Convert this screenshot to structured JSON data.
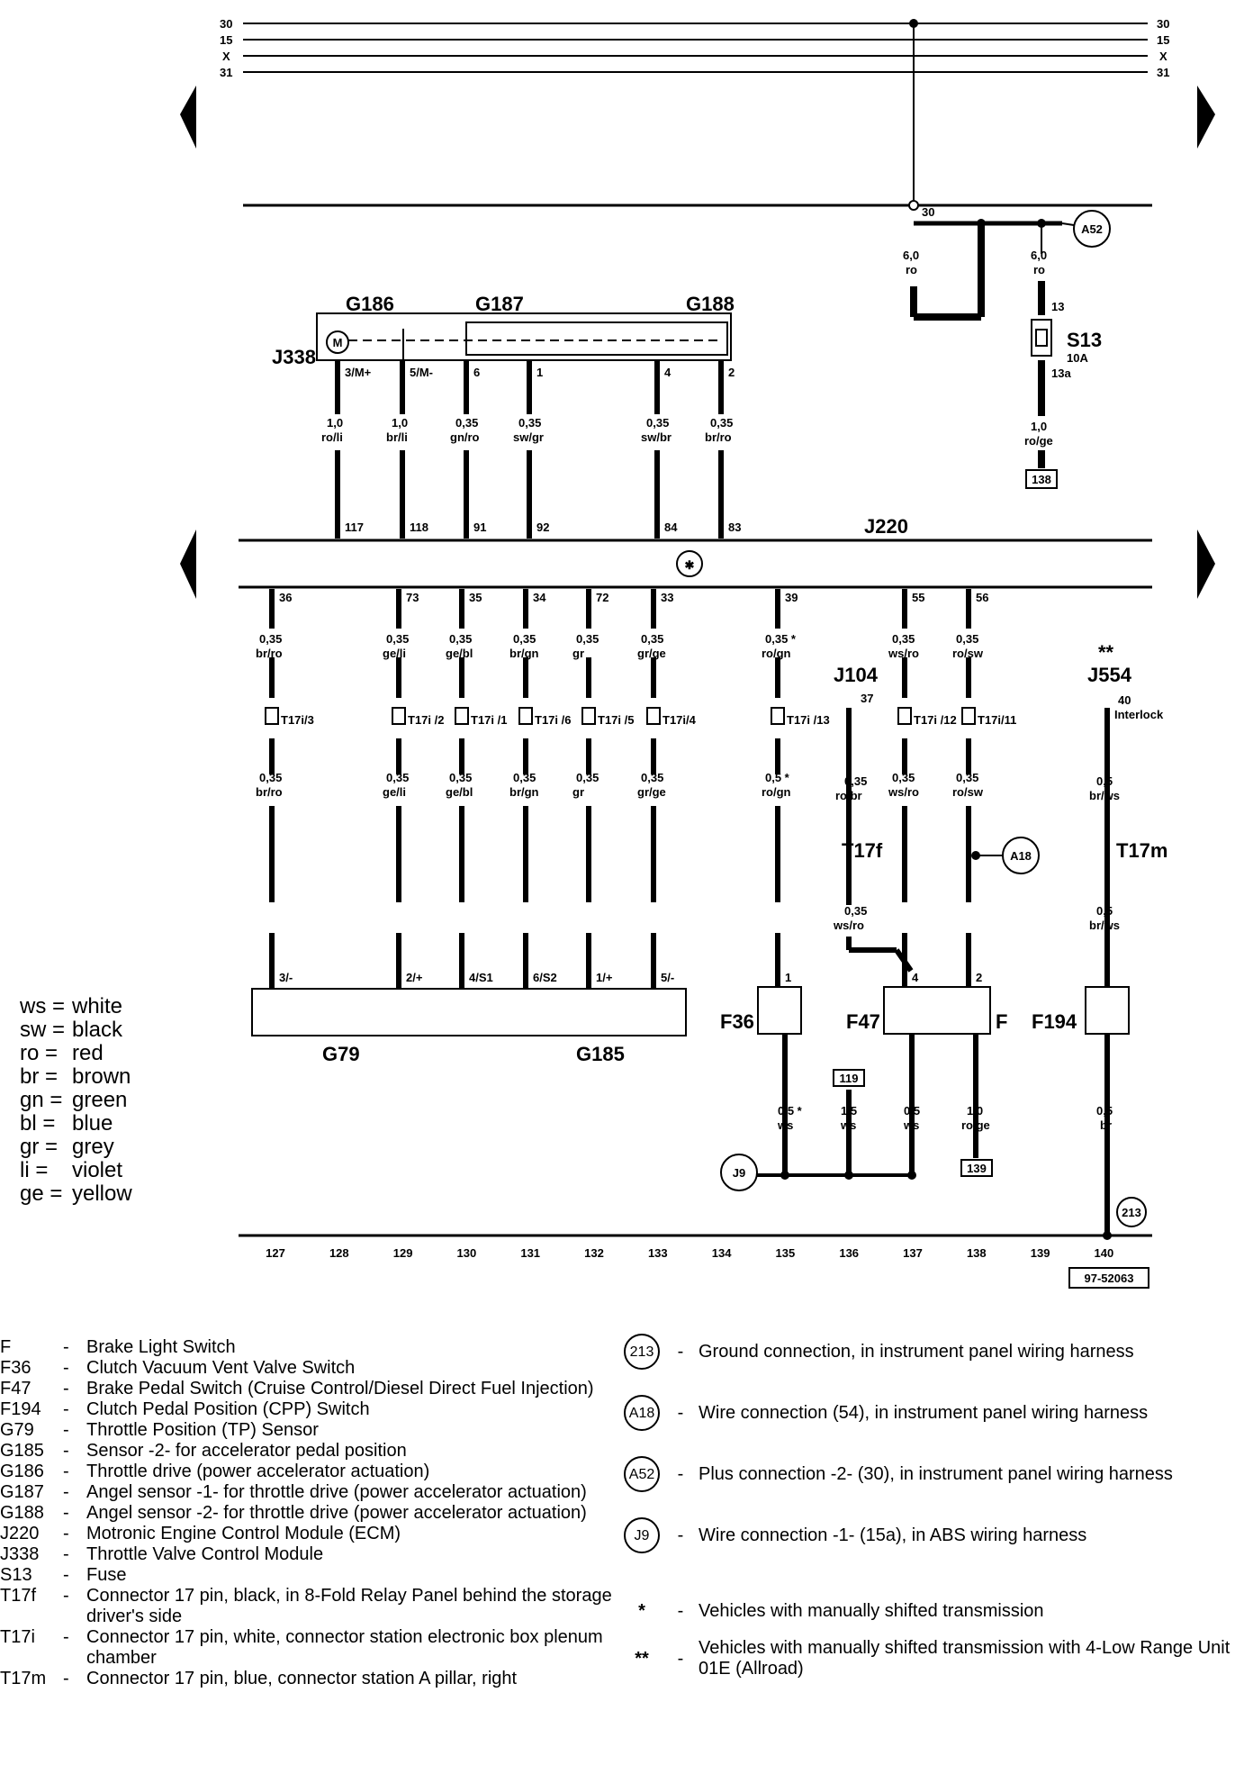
{
  "top_rails": [
    "30",
    "15",
    "X",
    "31"
  ],
  "diagram_id": "97-52063",
  "bottom_numbers": [
    "127",
    "128",
    "129",
    "130",
    "131",
    "132",
    "133",
    "134",
    "135",
    "136",
    "137",
    "138",
    "139",
    "140"
  ],
  "components": {
    "g186": "G186",
    "g187": "G187",
    "g188": "G188",
    "j338": "J338",
    "j220": "J220",
    "j104": "J104",
    "j554": "J554",
    "s13": "S13",
    "s13_rating": "10A",
    "g79": "G79",
    "g185": "G185",
    "f36": "F36",
    "f47": "F47",
    "f": "F",
    "f194": "F194",
    "interlock": "Interlock"
  },
  "connections": [
    "A52",
    "A18",
    "J9",
    "213"
  ],
  "boxes": [
    "138",
    "119",
    "139"
  ],
  "color_key": [
    {
      "abbr": "ws",
      "name": "white"
    },
    {
      "abbr": "sw",
      "name": "black"
    },
    {
      "abbr": "ro",
      "name": "red"
    },
    {
      "abbr": "br",
      "name": "brown"
    },
    {
      "abbr": "gn",
      "name": "green"
    },
    {
      "abbr": "bl",
      "name": "blue"
    },
    {
      "abbr": "gr",
      "name": "grey"
    },
    {
      "abbr": "li",
      "name": "violet"
    },
    {
      "abbr": "ge",
      "name": "yellow"
    }
  ],
  "legend_left": [
    {
      "code": "F",
      "desc": "Brake Light Switch"
    },
    {
      "code": "F36",
      "desc": "Clutch Vacuum Vent Valve Switch"
    },
    {
      "code": "F47",
      "desc": "Brake Pedal Switch (Cruise Control/Diesel Direct Fuel Injection)"
    },
    {
      "code": "F194",
      "desc": "Clutch Pedal Position (CPP) Switch"
    },
    {
      "code": "G79",
      "desc": "Throttle Position (TP) Sensor"
    },
    {
      "code": "G185",
      "desc": "Sensor -2- for accelerator pedal position"
    },
    {
      "code": "G186",
      "desc": "Throttle drive (power accelerator actuation)"
    },
    {
      "code": "G187",
      "desc": "Angel sensor -1- for throttle drive (power accelerator actuation)"
    },
    {
      "code": "G188",
      "desc": "Angel sensor -2- for throttle drive (power accelerator actuation)"
    },
    {
      "code": "J220",
      "desc": "Motronic Engine Control Module (ECM)"
    },
    {
      "code": "J338",
      "desc": "Throttle Valve Control Module"
    },
    {
      "code": "S13",
      "desc": "Fuse"
    },
    {
      "code": "T17f",
      "desc": "Connector 17 pin, black, in 8-Fold Relay Panel behind the storage driver's side"
    },
    {
      "code": "T17i",
      "desc": "Connector 17 pin, white, connector station electronic box plenum chamber"
    },
    {
      "code": "T17m",
      "desc": "Connector 17 pin, blue, connector station A pillar, right"
    }
  ],
  "legend_right": [
    {
      "symbol": "213",
      "desc": "Ground connection, in instrument panel wiring harness"
    },
    {
      "symbol": "A18",
      "desc": "Wire connection (54), in instrument panel wiring harness"
    },
    {
      "symbol": "A52",
      "desc": "Plus connection -2- (30), in instrument panel wiring harness"
    },
    {
      "symbol": "J9",
      "desc": "Wire connection -1- (15a), in ABS wiring harness"
    },
    {
      "symbol": "*",
      "desc": "Vehicles with manually shifted transmission"
    },
    {
      "symbol": "**",
      "desc": "Vehicles with manually shifted transmission with 4-Low Range Unit 01E (Allroad)"
    }
  ],
  "labels": {
    "upper_wires": [
      {
        "pin": "3/M+",
        "size": "1,0",
        "color": "ro/li",
        "ecm": "117"
      },
      {
        "pin": "5/M-",
        "size": "1,0",
        "color": "br/li",
        "ecm": "118"
      },
      {
        "pin": "6",
        "size": "0,35",
        "color": "gn/ro",
        "ecm": "91"
      },
      {
        "pin": "1",
        "size": "0,35",
        "color": "sw/gr",
        "ecm": "92"
      },
      {
        "pin": "4",
        "size": "0,35",
        "color": "sw/br",
        "ecm": "84"
      },
      {
        "pin": "2",
        "size": "0,35",
        "color": "br/ro",
        "ecm": "83"
      }
    ],
    "lower_wires": [
      {
        "ecm": "36",
        "s1": "0,35",
        "c1": "br/ro",
        "conn": "T17i/3",
        "s2": "0,35",
        "c2": "br/ro",
        "pin": "3/-"
      },
      {
        "ecm": "73",
        "s1": "0,35",
        "c1": "ge/li",
        "conn": "T17i /2",
        "s2": "0,35",
        "c2": "ge/li",
        "pin": "2/+"
      },
      {
        "ecm": "35",
        "s1": "0,35",
        "c1": "ge/bl",
        "conn": "T17i /1",
        "s2": "0,35",
        "c2": "ge/bl",
        "pin": "4/S1"
      },
      {
        "ecm": "34",
        "s1": "0,35",
        "c1": "br/gn",
        "conn": "T17i /6",
        "s2": "0,35",
        "c2": "br/gn",
        "pin": "6/S2"
      },
      {
        "ecm": "72",
        "s1": "0,35",
        "c1": "gr",
        "conn": "T17i /5",
        "s2": "0,35",
        "c2": "gr",
        "pin": "1/+"
      },
      {
        "ecm": "33",
        "s1": "0,35",
        "c1": "gr/ge",
        "conn": "T17i/4",
        "s2": "0,35",
        "c2": "gr/ge",
        "pin": "5/-"
      },
      {
        "ecm": "39",
        "s1": "0,35 *",
        "c1": "ro/gn",
        "conn": "T17i /13",
        "s2": "0,5 *",
        "c2": "ro/gn",
        "pin": "1"
      },
      {
        "ecm": "55",
        "s1": "0,35",
        "c1": "ws/ro",
        "conn": "T17i /12",
        "s2": "0,35",
        "c2": "ws/ro",
        "pin": "4"
      },
      {
        "ecm": "56",
        "s1": "0,35",
        "c1": "ro/sw",
        "conn": "T17i/11",
        "s2": "0,35",
        "c2": "ro/sw",
        "pin": "2"
      }
    ]
  }
}
